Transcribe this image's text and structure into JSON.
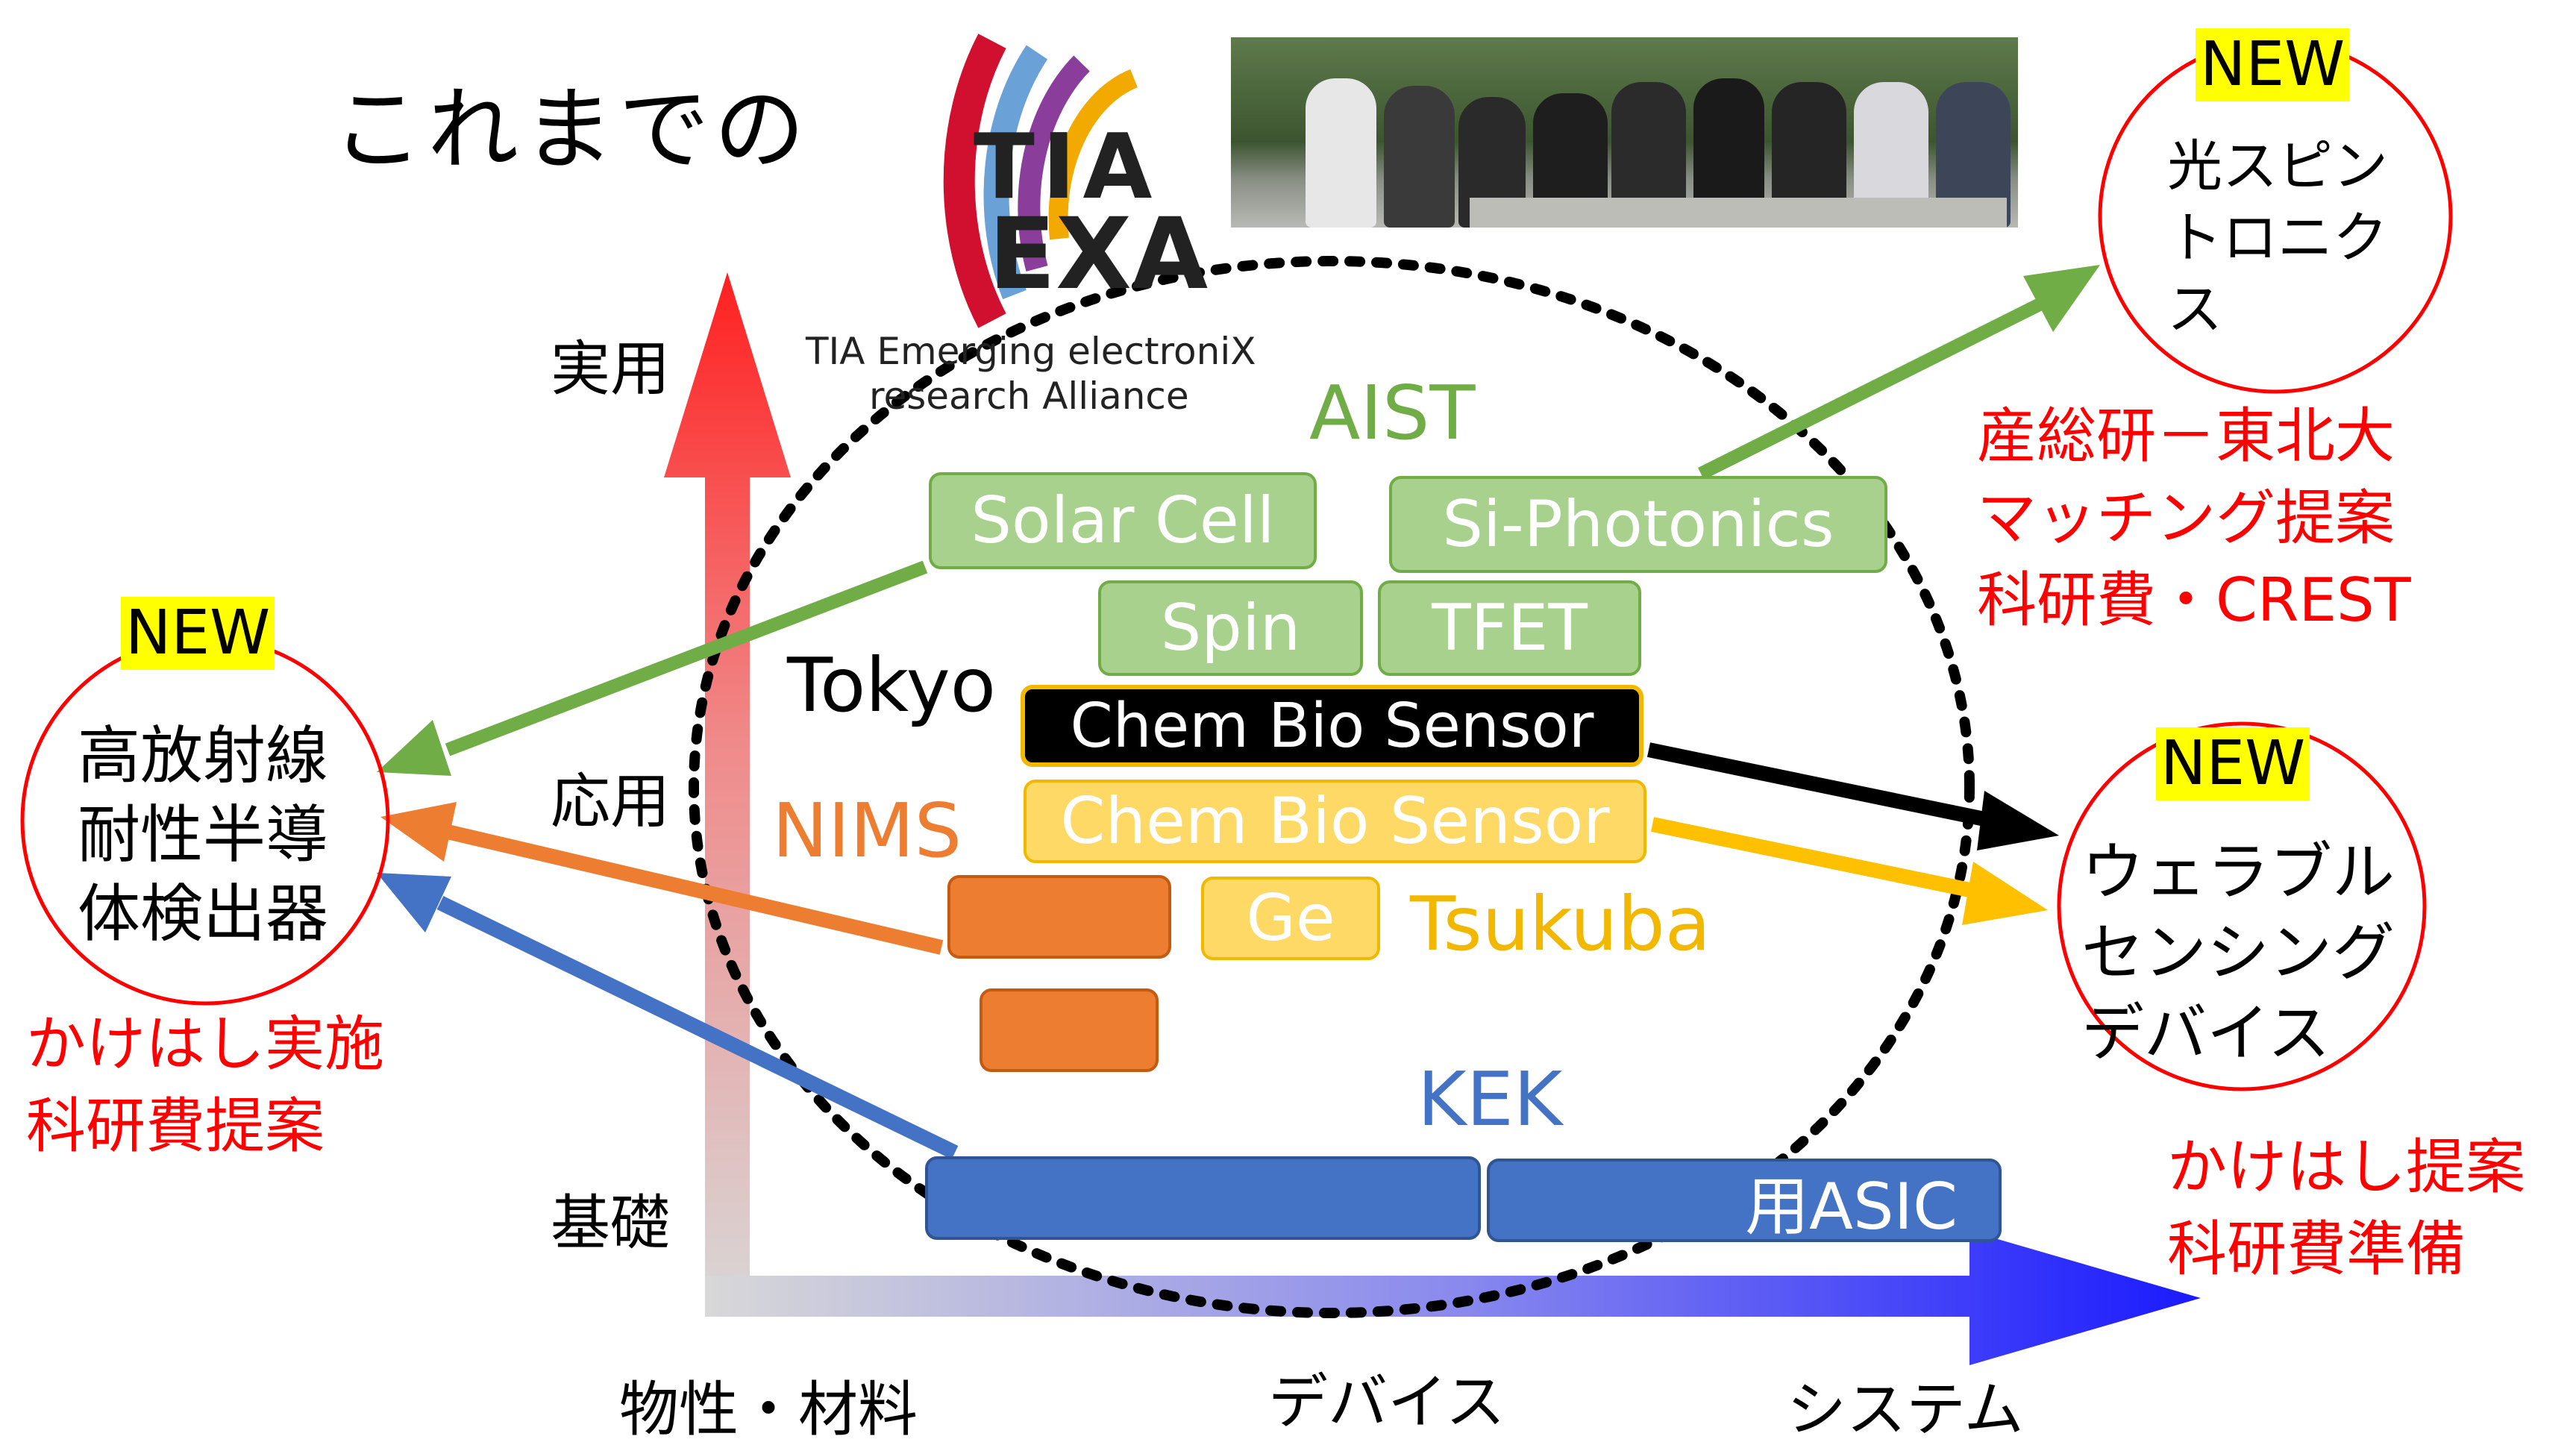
{
  "header": {
    "title": "これまでの"
  },
  "logo": {
    "line1": "TIA",
    "line2": "EXA",
    "caption1": "TIA Emerging electroniX",
    "caption2": "research Alliance"
  },
  "axes": {
    "y_labels": [
      "実用",
      "応用",
      "基礎"
    ],
    "x_labels": [
      "物性・材料",
      "デバイス",
      "システム"
    ]
  },
  "groups": {
    "aist": "AIST",
    "tokyo": "Tokyo",
    "nims": "NIMS",
    "tsukuba": "Tsukuba",
    "kek": "KEK"
  },
  "boxes": {
    "solar_cell": "Solar Cell",
    "si_photonics": "Si-Photonics",
    "spin": "Spin",
    "tfet": "TFET",
    "chem_bio_tokyo": "Chem Bio Sensor",
    "chem_bio_tsukuba": "Chem Bio Sensor",
    "ge": "Ge",
    "asic": "用ASIC"
  },
  "targets": {
    "left": {
      "badge": "NEW",
      "lines": [
        "高放射線",
        "耐性半導",
        "体検出器"
      ],
      "notes": [
        "かけはし実施",
        "科研費提案"
      ]
    },
    "top_right": {
      "badge": "NEW",
      "lines": [
        "光スピン",
        "トロニク",
        "ス"
      ],
      "notes": [
        "産総研－東北大",
        "マッチング提案",
        "科研費・CREST"
      ]
    },
    "bottom_right": {
      "badge": "NEW",
      "lines": [
        "ウェラブル",
        "センシング",
        "デバイス"
      ],
      "notes": [
        "かけはし提案",
        "科研費準備"
      ]
    }
  },
  "colors": {
    "green": "#70ad47",
    "orange": "#ed7d31",
    "blue": "#4472c4",
    "yellow": "#ffc000",
    "red": "#ff0000",
    "black": "#000000"
  }
}
